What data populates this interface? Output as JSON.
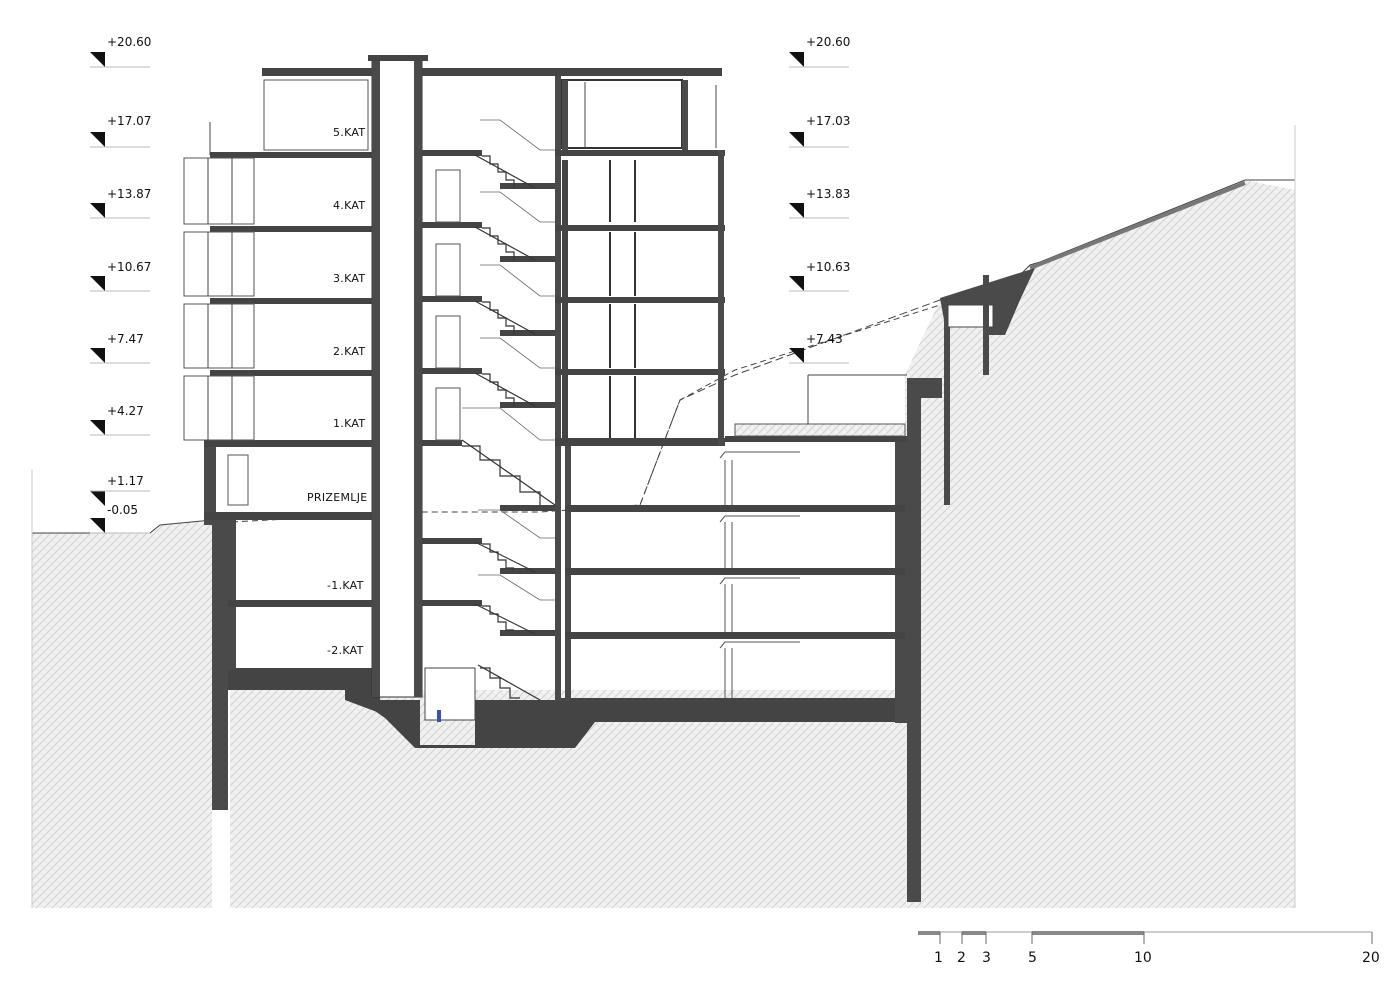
{
  "elevations_left": [
    "+20.60",
    "+17.07",
    "+13.87",
    "+10.67",
    "+7.47",
    "+4.27",
    "+1.17",
    "-0.05"
  ],
  "elevations_right": [
    "+20.60",
    "+17.03",
    "+13.83",
    "+10.63",
    "+7.43"
  ],
  "floor_labels": [
    "5.KAT",
    "4.KAT",
    "3.KAT",
    "2.KAT",
    "1.KAT",
    "PRIZEMLJE",
    "-1.KAT",
    "-2.KAT"
  ],
  "scale_bar": [
    "1",
    "2",
    "3",
    "5",
    "10",
    "20"
  ],
  "colors": {
    "ink": "#111111",
    "concrete": "#4a4a4a",
    "hatch": "#d4d4d4",
    "elevator_marker": "#3a4fb0"
  }
}
